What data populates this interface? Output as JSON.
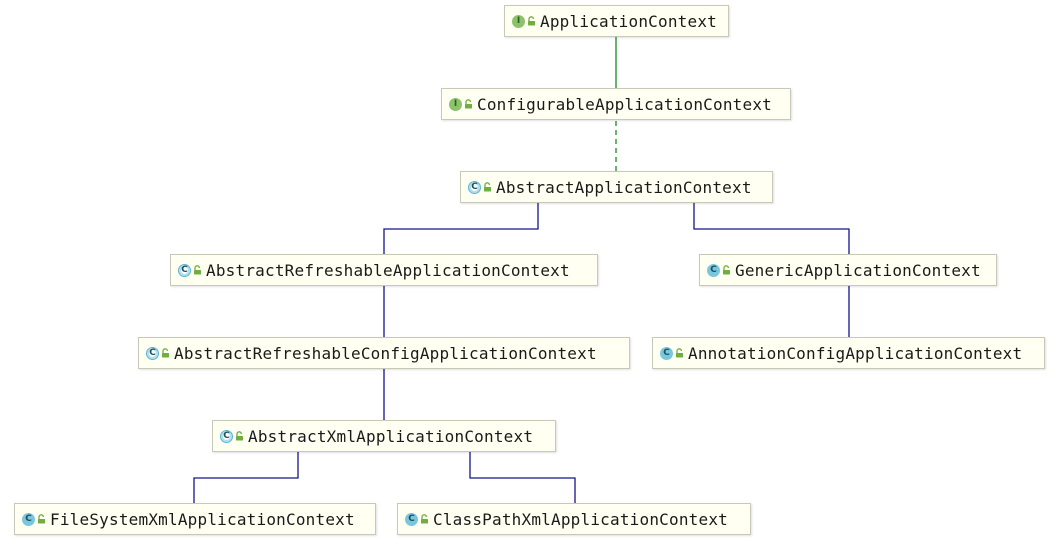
{
  "nodes": [
    {
      "id": "n1",
      "name": "ApplicationContext",
      "kind": "interface",
      "kind_icon_letter": "I"
    },
    {
      "id": "n2",
      "name": "ConfigurableApplicationContext",
      "kind": "interface",
      "kind_icon_letter": "I"
    },
    {
      "id": "n3",
      "name": "AbstractApplicationContext",
      "kind": "abstract",
      "kind_icon_letter": "C"
    },
    {
      "id": "n4",
      "name": "AbstractRefreshableApplicationContext",
      "kind": "abstract",
      "kind_icon_letter": "C"
    },
    {
      "id": "n5",
      "name": "GenericApplicationContext",
      "kind": "class",
      "kind_icon_letter": "C"
    },
    {
      "id": "n6",
      "name": "AbstractRefreshableConfigApplicationContext",
      "kind": "abstract",
      "kind_icon_letter": "C"
    },
    {
      "id": "n7",
      "name": "AnnotationConfigApplicationContext",
      "kind": "class",
      "kind_icon_letter": "C"
    },
    {
      "id": "n8",
      "name": "AbstractXmlApplicationContext",
      "kind": "abstract",
      "kind_icon_letter": "C"
    },
    {
      "id": "n9",
      "name": "FileSystemXmlApplicationContext",
      "kind": "class",
      "kind_icon_letter": "C"
    },
    {
      "id": "n10",
      "name": "ClassPathXmlApplicationContext",
      "kind": "class",
      "kind_icon_letter": "C"
    }
  ],
  "edges": [
    {
      "from": "n2",
      "to": "n1",
      "type": "extends"
    },
    {
      "from": "n3",
      "to": "n2",
      "type": "implements"
    },
    {
      "from": "n4",
      "to": "n3",
      "type": "extends"
    },
    {
      "from": "n5",
      "to": "n3",
      "type": "extends"
    },
    {
      "from": "n6",
      "to": "n4",
      "type": "extends"
    },
    {
      "from": "n7",
      "to": "n5",
      "type": "extends"
    },
    {
      "from": "n8",
      "to": "n6",
      "type": "extends"
    },
    {
      "from": "n9",
      "to": "n8",
      "type": "extends"
    },
    {
      "from": "n10",
      "to": "n8",
      "type": "extends"
    }
  ],
  "colors": {
    "interface_edge": "#1a8a1a",
    "class_edge": "#14148c",
    "node_background": "#fffff2",
    "node_border": "#c8c8b8",
    "interface_icon": "#8cc26c",
    "class_icon": "#79c7dd",
    "lock_icon": "#6fae3f"
  },
  "icons": {
    "kind": "class-kind-icon",
    "visibility": "public-lock-icon"
  }
}
